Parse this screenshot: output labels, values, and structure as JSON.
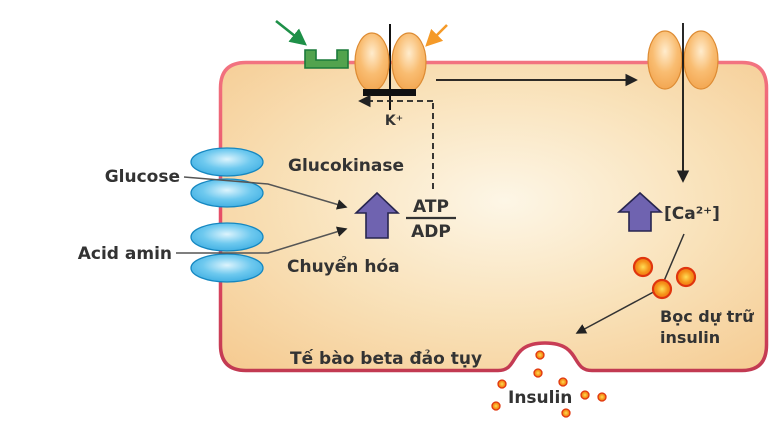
{
  "diagram": {
    "type": "insulin-secretion-pancreatic-beta-cell",
    "cell_label": "Tế bào beta đảo tụy",
    "labels": {
      "glucose": "Glucose",
      "acid_amin": "Acid amin",
      "glucokinase": "Glucokinase",
      "chuyen_hoa": "Chuyển hóa",
      "atp": "ATP",
      "adp": "ADP",
      "k_ion": "K⁺",
      "ca_ion": "[Ca²⁺]",
      "vesicle_store_line1": "Bọc dự trữ",
      "vesicle_store_line2": "insulin",
      "insulin_released": "Insulin"
    },
    "colors": {
      "membrane": "#e54a64",
      "cell_fill": "#f5ca90",
      "channel_orange": "#f5a855",
      "transporter_blue": "#3eb0e5",
      "receptor_green": "#52a34e",
      "purple_arrow": "#6f63b0",
      "granule_orange": "#f07818",
      "green_arrow": "#1e9048",
      "orange_arrow": "#f59a28"
    }
  }
}
